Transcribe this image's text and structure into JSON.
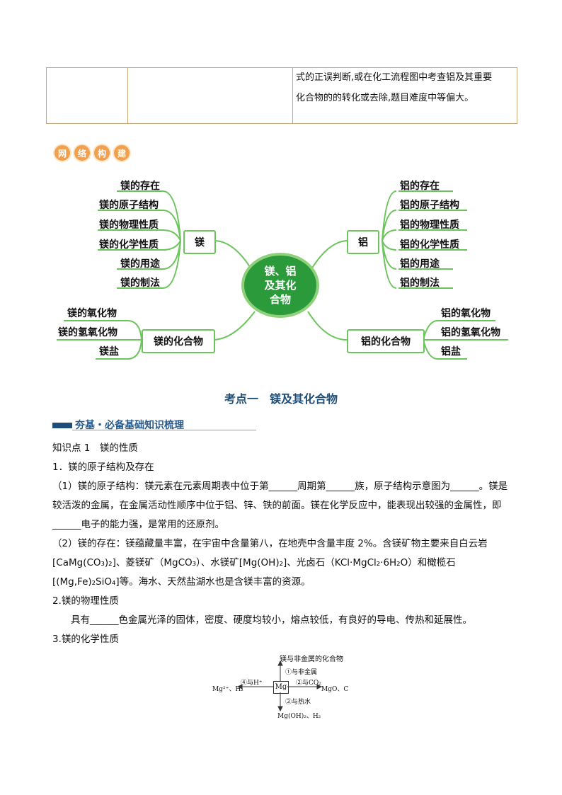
{
  "top_table": {
    "last_cell_lines": [
      "式的正误判断,或在化工流程图中考查铝及其重要",
      "化合物的的转化或去除,题目难度中等偏大。"
    ]
  },
  "badge": [
    "网",
    "络",
    "构",
    "建"
  ],
  "mindmap": {
    "hub": [
      "镁、铝",
      "及其化",
      "合物"
    ],
    "mg": "镁",
    "mg_items": [
      "镁的存在",
      "镁的原子结构",
      "镁的物理性质",
      "镁的化学性质",
      "镁的用途",
      "镁的制法"
    ],
    "mg_compound": "镁的化合物",
    "mg_compound_items": [
      "镁的氧化物",
      "镁的氢氧化物",
      "镁盐"
    ],
    "al": "铝",
    "al_items": [
      "铝的存在",
      "铝的原子结构",
      "铝的物理性质",
      "铝的化学性质",
      "铝的用途",
      "铝的制法"
    ],
    "al_compound": "铝的化合物",
    "al_compound_items": [
      "铝的氧化物",
      "铝的氢氧化物",
      "铝盐"
    ]
  },
  "section_title": "考点一　镁及其化合物",
  "banner": "夯基・必备基础知识梳理",
  "text": {
    "k1": "知识点 1　镁的性质",
    "h1": "1．镁的原子结构及存在",
    "p1": "（1）镁的原子结构：镁元素在元素周期表中位于第______周期第______族，原子结构示意图为______。镁是较活泼的金属，在金属活动性顺序中位于铝、锌、铁的前面。镁在化学反应中，能表现出较强的金属性，即______电子的能力强，是常用的还原剂。",
    "p2": "（2）镁的存在：镁蕴藏量丰富，在宇宙中含量第八，在地壳中含量丰度 2%。含镁矿物主要来自白云岩[CaMg(CO₃)₂]、菱镁矿（MgCO₃）、水镁矿[Mg(OH)₂]、光卤石（KCl·MgCl₂·6H₂O）和橄榄石[(Mg,Fe)₂SiO₄]等。海水、天然盐湖水也是含镁丰富的资源。",
    "h2": "2.镁的物理性质",
    "p3": "具有______色金属光泽的固体，密度、硬度均较小，熔点较低，有良好的导电、传热和延展性。",
    "h3": "3.镁的化学性质"
  },
  "reaction": {
    "top": "镁与非金属的化合物",
    "top_cond": "①与非金属",
    "left_cond": "④与H⁺",
    "left": "Mg²⁺、H₂",
    "center": "Mg",
    "right_cond": "②与CO₂",
    "right": "MgO、C",
    "bottom_cond": "③与热水",
    "bottom": "Mg(OH)₂、H₂"
  }
}
